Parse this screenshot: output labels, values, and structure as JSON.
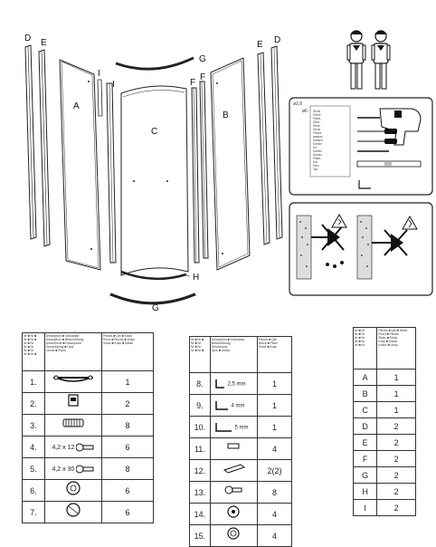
{
  "assembly": {
    "left_panel_labels": {
      "d": "D",
      "e": "E",
      "a": "A",
      "i": "I",
      "c": "C",
      "f": "F",
      "b": "B"
    },
    "top_labels": {
      "g_top": "G",
      "f_top": "F",
      "e_right": "E",
      "d_right": "D"
    },
    "bottom_labels": {
      "h": "H",
      "g_bottom": "G"
    }
  },
  "tools": {
    "header_code": "ø2,8",
    "bit_label": "ø6",
    "materials": [
      "Stone",
      "Pierre",
      "Pietra",
      "Stein",
      "Steen",
      "Stone",
      "Piedra",
      "камень",
      "Kamień",
      "Kamen",
      "Kő",
      "Kamen",
      "Akmuo",
      "Piatra",
      "Kivi",
      "Sten",
      "Tas",
      "Kamień",
      "Akmens",
      "Kamień",
      "Pedra",
      "Kamen",
      "Kamień"
    ]
  },
  "parts_table_1": {
    "rows": [
      {
        "num": "1.",
        "qty": "1",
        "icon": "handle-icon",
        "spec": ""
      },
      {
        "num": "2.",
        "qty": "2",
        "icon": "clip-icon",
        "spec": ""
      },
      {
        "num": "3.",
        "qty": "8",
        "icon": "wall-plug-icon",
        "spec": ""
      },
      {
        "num": "4.",
        "qty": "6",
        "icon": "screw-icon",
        "spec": "4,2 x 12"
      },
      {
        "num": "5.",
        "qty": "8",
        "icon": "screw-icon",
        "spec": "4,2 x 30"
      },
      {
        "num": "6.",
        "qty": "6",
        "icon": "cap-icon",
        "spec": ""
      },
      {
        "num": "7.",
        "qty": "6",
        "icon": "cap-icon",
        "spec": ""
      }
    ]
  },
  "parts_table_2": {
    "rows": [
      {
        "num": "8.",
        "qty": "1",
        "icon": "hex-key-icon",
        "spec": "2,5 mm"
      },
      {
        "num": "9.",
        "qty": "1",
        "icon": "hex-key-icon",
        "spec": "4 mm"
      },
      {
        "num": "10.",
        "qty": "1",
        "icon": "hex-key-icon",
        "spec": "5 mm"
      },
      {
        "num": "11.",
        "qty": "4",
        "icon": "bracket-icon",
        "spec": ""
      },
      {
        "num": "12.",
        "qty": "2(2)",
        "icon": "plate-icon",
        "spec": ""
      },
      {
        "num": "13.",
        "qty": "8",
        "icon": "bolt-icon",
        "spec": ""
      },
      {
        "num": "14.",
        "qty": "4",
        "icon": "washer-icon",
        "spec": ""
      },
      {
        "num": "15.",
        "qty": "4",
        "icon": "washer-icon",
        "spec": ""
      }
    ]
  },
  "parts_table_3": {
    "rows": [
      {
        "letter": "A",
        "qty": "1"
      },
      {
        "letter": "B",
        "qty": "1"
      },
      {
        "letter": "C",
        "qty": "1"
      },
      {
        "letter": "D",
        "qty": "2"
      },
      {
        "letter": "E",
        "qty": "2"
      },
      {
        "letter": "F",
        "qty": "2"
      },
      {
        "letter": "G",
        "qty": "2"
      },
      {
        "letter": "H",
        "qty": "2"
      },
      {
        "letter": "I",
        "qty": "2"
      }
    ]
  }
}
